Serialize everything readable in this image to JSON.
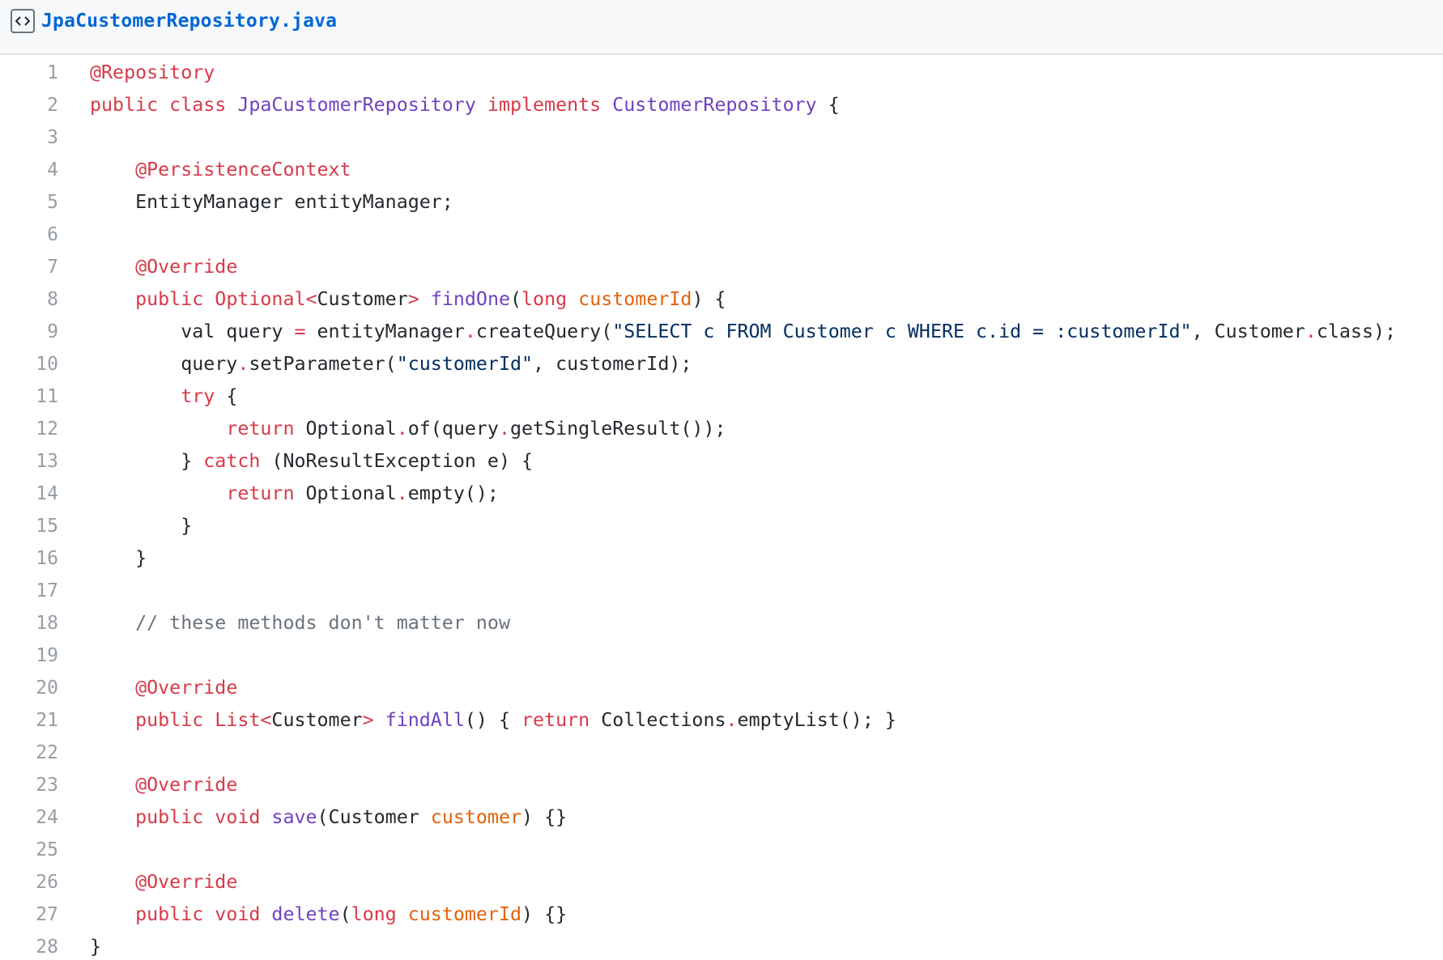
{
  "file": {
    "name": "JpaCustomerRepository.java",
    "icon": "code-file-icon"
  },
  "colors": {
    "keyword": "#d73a49",
    "entity": "#6f42c1",
    "string": "#032f62",
    "comment": "#6a737d",
    "variable": "#e36209",
    "plain": "#24292e",
    "line_number": "#959da5",
    "file_link": "#0366d6",
    "header_bg": "#f6f8fa"
  },
  "lines": [
    {
      "num": "1",
      "tokens": [
        [
          "kw",
          "@Repository"
        ]
      ]
    },
    {
      "num": "2",
      "tokens": [
        [
          "kw",
          "public class "
        ],
        [
          "ent",
          "JpaCustomerRepository"
        ],
        [
          "plain",
          " "
        ],
        [
          "kw",
          "implements "
        ],
        [
          "ent",
          "CustomerRepository"
        ],
        [
          "plain",
          " {"
        ]
      ]
    },
    {
      "num": "3",
      "tokens": []
    },
    {
      "num": "4",
      "tokens": [
        [
          "plain",
          "    "
        ],
        [
          "kw",
          "@PersistenceContext"
        ]
      ]
    },
    {
      "num": "5",
      "tokens": [
        [
          "plain",
          "    EntityManager entityManager;"
        ]
      ]
    },
    {
      "num": "6",
      "tokens": []
    },
    {
      "num": "7",
      "tokens": [
        [
          "plain",
          "    "
        ],
        [
          "kw",
          "@Override"
        ]
      ]
    },
    {
      "num": "8",
      "tokens": [
        [
          "plain",
          "    "
        ],
        [
          "kw",
          "public Optional<"
        ],
        [
          "plain",
          "Customer"
        ],
        [
          "kw",
          "> "
        ],
        [
          "ent",
          "findOne"
        ],
        [
          "plain",
          "("
        ],
        [
          "kw",
          "long "
        ],
        [
          "var",
          "customerId"
        ],
        [
          "plain",
          ") {"
        ]
      ]
    },
    {
      "num": "9",
      "tokens": [
        [
          "plain",
          "        val query "
        ],
        [
          "kw",
          "="
        ],
        [
          "plain",
          " entityManager"
        ],
        [
          "kw",
          "."
        ],
        [
          "plain",
          "createQuery("
        ],
        [
          "str",
          "\"SELECT c FROM Customer c WHERE c.id = :customerId\""
        ],
        [
          "plain",
          ", Customer"
        ],
        [
          "kw",
          "."
        ],
        [
          "plain",
          "class);"
        ]
      ]
    },
    {
      "num": "10",
      "tokens": [
        [
          "plain",
          "        query"
        ],
        [
          "kw",
          "."
        ],
        [
          "plain",
          "setParameter("
        ],
        [
          "str",
          "\"customerId\""
        ],
        [
          "plain",
          ", customerId);"
        ]
      ]
    },
    {
      "num": "11",
      "tokens": [
        [
          "plain",
          "        "
        ],
        [
          "kw",
          "try"
        ],
        [
          "plain",
          " {"
        ]
      ]
    },
    {
      "num": "12",
      "tokens": [
        [
          "plain",
          "            "
        ],
        [
          "kw",
          "return "
        ],
        [
          "plain",
          "Optional"
        ],
        [
          "kw",
          "."
        ],
        [
          "plain",
          "of(query"
        ],
        [
          "kw",
          "."
        ],
        [
          "plain",
          "getSingleResult());"
        ]
      ]
    },
    {
      "num": "13",
      "tokens": [
        [
          "plain",
          "        } "
        ],
        [
          "kw",
          "catch"
        ],
        [
          "plain",
          " (NoResultException e) {"
        ]
      ]
    },
    {
      "num": "14",
      "tokens": [
        [
          "plain",
          "            "
        ],
        [
          "kw",
          "return "
        ],
        [
          "plain",
          "Optional"
        ],
        [
          "kw",
          "."
        ],
        [
          "plain",
          "empty();"
        ]
      ]
    },
    {
      "num": "15",
      "tokens": [
        [
          "plain",
          "        }"
        ]
      ]
    },
    {
      "num": "16",
      "tokens": [
        [
          "plain",
          "    }"
        ]
      ]
    },
    {
      "num": "17",
      "tokens": []
    },
    {
      "num": "18",
      "tokens": [
        [
          "plain",
          "    "
        ],
        [
          "cmt",
          "// these methods don't matter now"
        ]
      ]
    },
    {
      "num": "19",
      "tokens": []
    },
    {
      "num": "20",
      "tokens": [
        [
          "plain",
          "    "
        ],
        [
          "kw",
          "@Override"
        ]
      ]
    },
    {
      "num": "21",
      "tokens": [
        [
          "plain",
          "    "
        ],
        [
          "kw",
          "public List<"
        ],
        [
          "plain",
          "Customer"
        ],
        [
          "kw",
          "> "
        ],
        [
          "ent",
          "findAll"
        ],
        [
          "plain",
          "() { "
        ],
        [
          "kw",
          "return "
        ],
        [
          "plain",
          "Collections"
        ],
        [
          "kw",
          "."
        ],
        [
          "plain",
          "emptyList(); }"
        ]
      ]
    },
    {
      "num": "22",
      "tokens": []
    },
    {
      "num": "23",
      "tokens": [
        [
          "plain",
          "    "
        ],
        [
          "kw",
          "@Override"
        ]
      ]
    },
    {
      "num": "24",
      "tokens": [
        [
          "plain",
          "    "
        ],
        [
          "kw",
          "public void "
        ],
        [
          "ent",
          "save"
        ],
        [
          "plain",
          "(Customer "
        ],
        [
          "var",
          "customer"
        ],
        [
          "plain",
          ") {}"
        ]
      ]
    },
    {
      "num": "25",
      "tokens": []
    },
    {
      "num": "26",
      "tokens": [
        [
          "plain",
          "    "
        ],
        [
          "kw",
          "@Override"
        ]
      ]
    },
    {
      "num": "27",
      "tokens": [
        [
          "plain",
          "    "
        ],
        [
          "kw",
          "public void "
        ],
        [
          "ent",
          "delete"
        ],
        [
          "plain",
          "("
        ],
        [
          "kw",
          "long "
        ],
        [
          "var",
          "customerId"
        ],
        [
          "plain",
          ") {}"
        ]
      ]
    },
    {
      "num": "28",
      "tokens": [
        [
          "plain",
          "}"
        ]
      ]
    }
  ]
}
